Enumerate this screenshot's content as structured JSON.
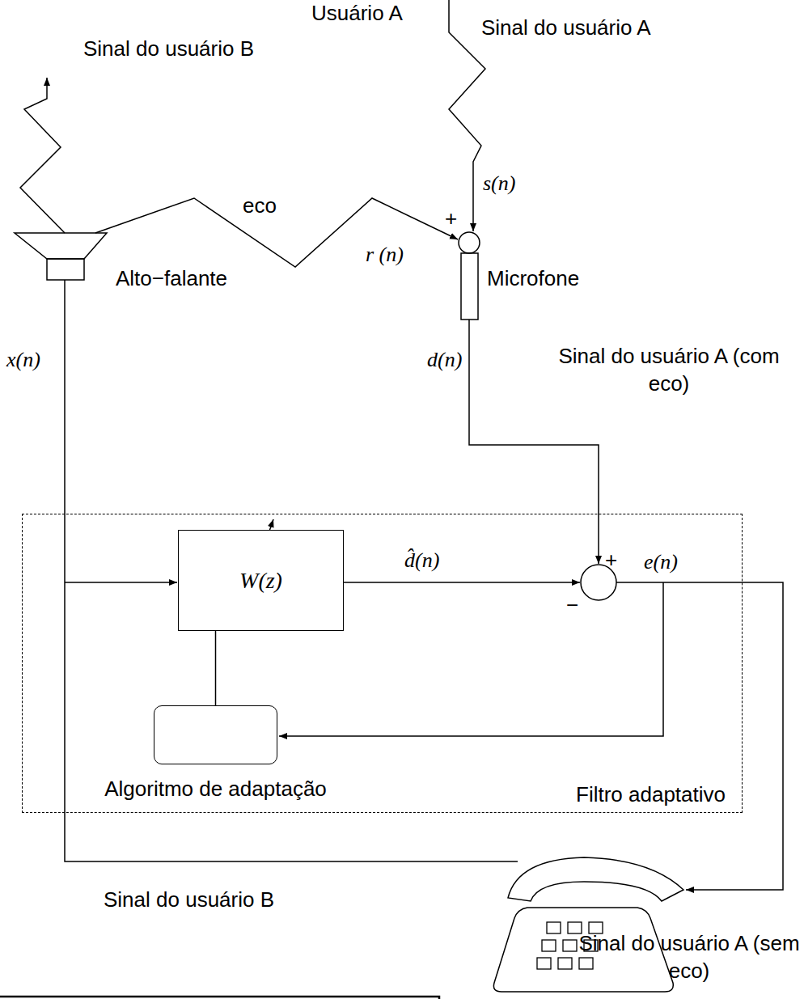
{
  "diagram": {
    "nodes": [
      {
        "text": [
          "Filtro adaptativo"
        ]
      },
      {
        "text": [
          "W(z)"
        ],
        "in": 0
      },
      {
        "text": [
          "Algoritmo de adaptação"
        ],
        "in": 0
      }
    ],
    "edges": [
      {
        "from": 2,
        "to": 1,
        "arrow": "none"
      }
    ],
    "labels": [
      "Usuário A",
      "Sinal do usuário B",
      "Sinal do usuário A",
      "s(n)",
      "+",
      "eco",
      "r (n)",
      "Microfone",
      "Alto−falante",
      "x(n)",
      "d(n)",
      "Sinal do usuário A (com eco)",
      "d̂(n)",
      "+",
      "e(n)",
      "−",
      "Sinal do usuário B",
      "Sinal do usuário A (sem eco)"
    ]
  }
}
